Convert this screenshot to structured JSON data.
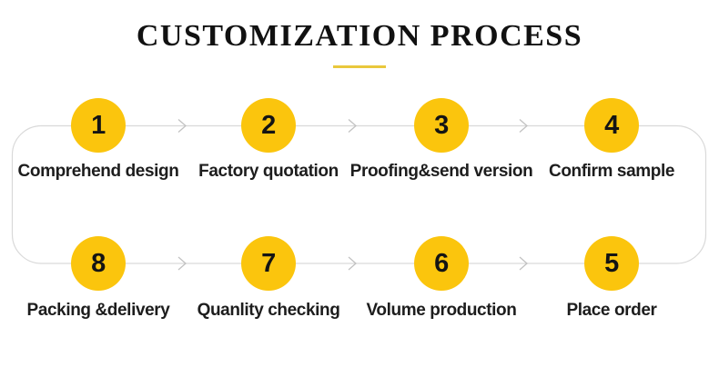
{
  "title": "CUSTOMIZATION PROCESS",
  "steps": [
    {
      "number": "1",
      "label": "Comprehend design"
    },
    {
      "number": "2",
      "label": "Factory quotation"
    },
    {
      "number": "3",
      "label": "Proofing&send version"
    },
    {
      "number": "4",
      "label": "Confirm sample"
    },
    {
      "number": "5",
      "label": "Place order"
    },
    {
      "number": "6",
      "label": "Volume production"
    },
    {
      "number": "7",
      "label": "Quanlity checking"
    },
    {
      "number": "8",
      "label": "Packing &delivery"
    }
  ],
  "flow": {
    "top_row_order": [
      "1",
      "2",
      "3",
      "4"
    ],
    "bottom_row_order": [
      "8",
      "7",
      "6",
      "5"
    ],
    "arrow_direction": "right",
    "connector_shape": "rounded-rectangle-loop"
  },
  "colors": {
    "step_circle": "#FBC50D",
    "title_underline": "#E9C83C",
    "connector_line": "#D9D9D9",
    "arrow": "#C2C2C2",
    "text": "#1D1D1D",
    "title_text": "#111111",
    "background": "#FFFFFF"
  }
}
